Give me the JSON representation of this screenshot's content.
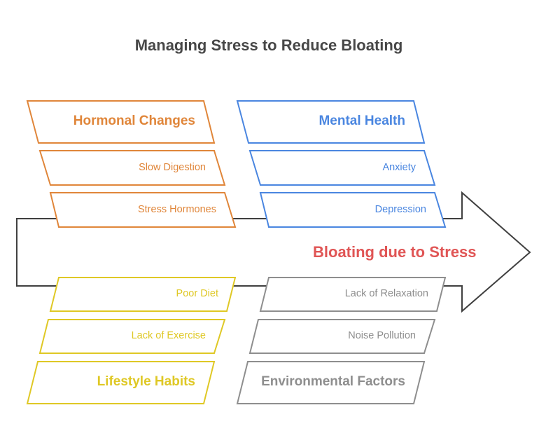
{
  "title": "Managing Stress to Reduce Bloating",
  "effect": {
    "label": "Bloating due to Stress",
    "color": "#e05555"
  },
  "spine_color": "#404040",
  "categories": [
    {
      "id": "hormonal",
      "label": "Hormonal Changes",
      "color": "#e0863a",
      "position": "top-left",
      "causes": [
        "Slow Digestion",
        "Stress Hormones"
      ]
    },
    {
      "id": "mental",
      "label": "Mental Health",
      "color": "#4a86e0",
      "position": "top-right",
      "causes": [
        "Anxiety",
        "Depression"
      ]
    },
    {
      "id": "lifestyle",
      "label": "Lifestyle Habits",
      "color": "#dfc825",
      "position": "bottom-left",
      "causes": [
        "Poor Diet",
        "Lack of Exercise"
      ]
    },
    {
      "id": "environmental",
      "label": "Environmental Factors",
      "color": "#8e8e8e",
      "position": "bottom-right",
      "causes": [
        "Lack of Relaxation",
        "Noise Pollution"
      ]
    }
  ]
}
